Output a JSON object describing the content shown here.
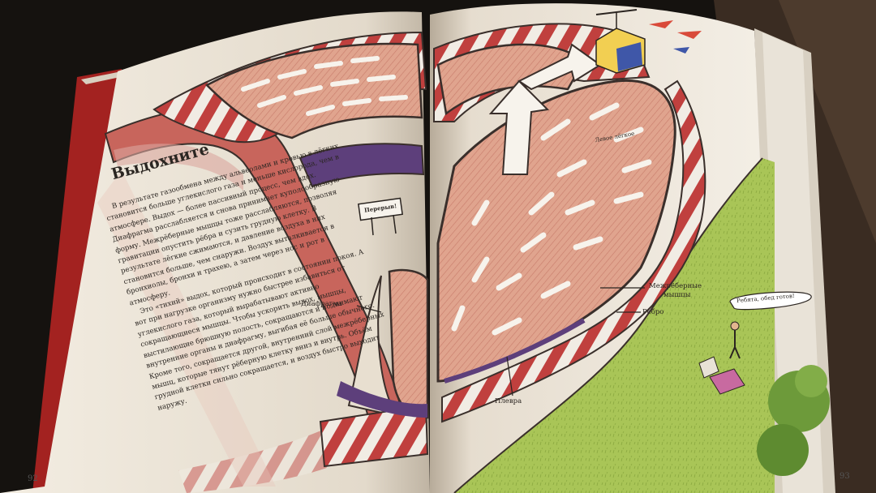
{
  "left_page": {
    "heading": "Выдохните",
    "paragraphs": [
      "В результате газообмена между альвеолами и кровью в лёгких становится больше углекислого газа и меньше кислорода, чем в атмосфере. Выдох — более пассивный процесс, чем вдох. Диафрагма расслабляется и снова принимает куполообразную форму. Межрёберные мышцы тоже расслабляются, позволяя гравитации опустить рёбра и сузить грудную клетку. В результате лёгкие сжимаются, и давление воздуха в них становится больше, чем снаружи. Воздух выталкивается в бронхиолы, бронхи и трахею, а затем через нос и рот в атмосферу.",
      "Это «тихий» выдох, который происходит в состоянии покоя. А вот при нагрузке организму нужно быстрее избавиться от углекислого газа, который вырабатывают активно сокращающиеся мышцы. Чтобы ускорить выдох, мышцы, выстилающие брюшную полость, сокращаются и поднимают внутренние органы и диафрагму, выгибая её больше обычного. Кроме того, сокращается другой, внутренний слой межрёберных мышц, которые тянут рёберную клетку вниз и внутрь. Объём грудной клетки сильно сокращается, и воздух быстро выходит наружу."
    ],
    "page_number": "92"
  },
  "right_page": {
    "page_number": "93"
  },
  "labels": {
    "diaphragm": "Диафрагма",
    "sign": "Перерыв!",
    "left_lung": "Левое лёгкое",
    "intercostal": [
      "Межрёберные",
      "мышцы"
    ],
    "rib": "Ребро",
    "pleura": "Плевра",
    "speech": "Ребята, обед готов!"
  },
  "colors": {
    "page": "#f3ede2",
    "lung": "#e8b9a2",
    "muscle": "#c9665e",
    "purple": "#5d3f7b",
    "grass": "#a8c456",
    "outline": "#3a2f2b"
  }
}
